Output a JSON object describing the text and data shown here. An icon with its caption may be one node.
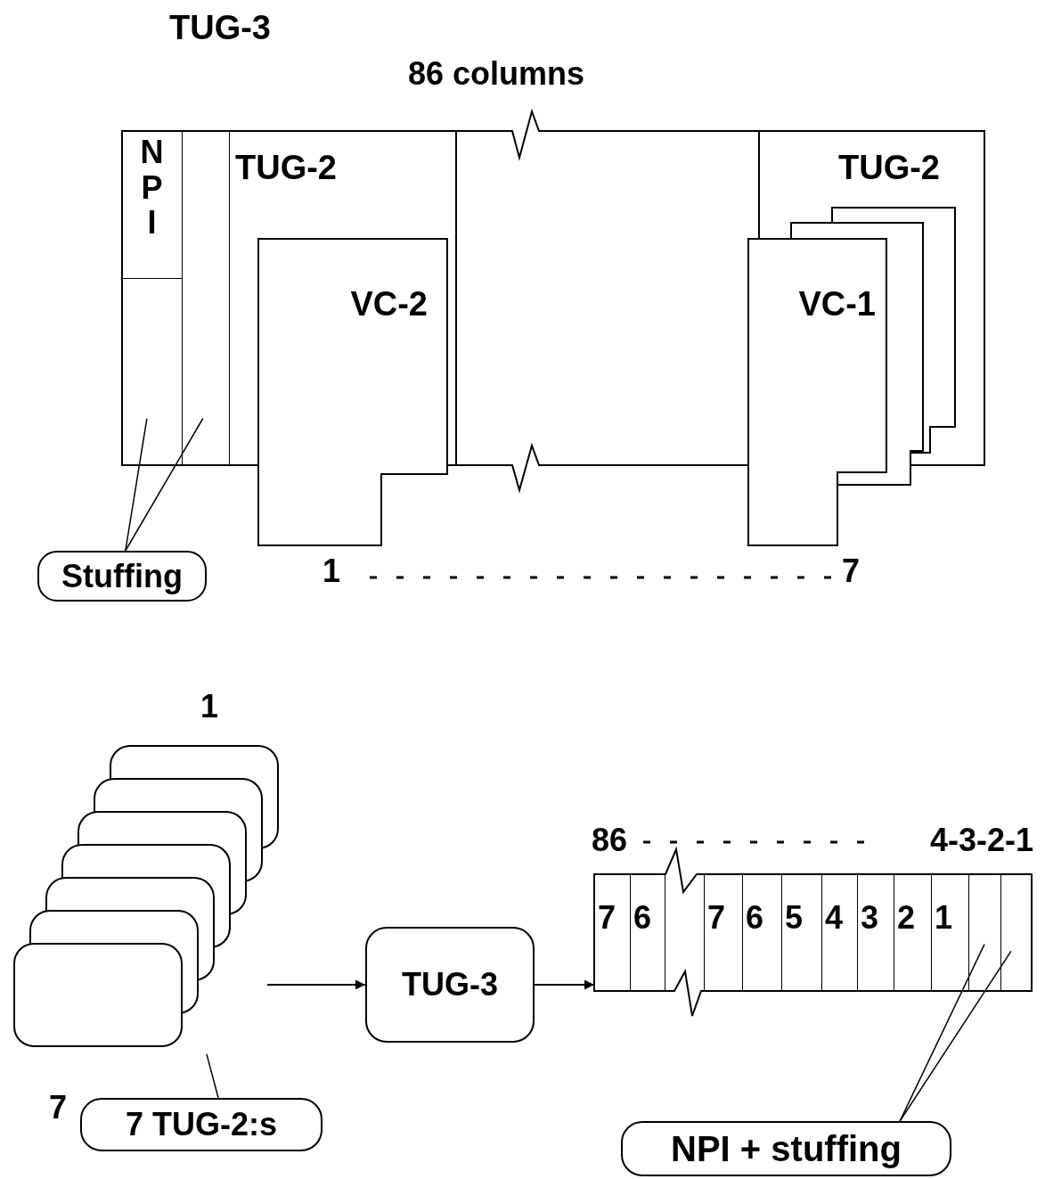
{
  "diagram": {
    "title": "TUG-3",
    "nodes": [
      {
        "text": [],
        "shape": "box"
      },
      {
        "text": [
          "N P I"
        ],
        "in": 0
      },
      {
        "text": [],
        "shape": "box",
        "in": 0
      },
      {
        "text": [],
        "shape": "box",
        "in": 0
      },
      {
        "text": [
          "TUG-2"
        ],
        "in": 0
      },
      {
        "text": [
          "VC-2"
        ]
      },
      {
        "text": [
          "TUG-2"
        ],
        "in": 0
      },
      {
        "text": [
          "VC-1"
        ]
      },
      {
        "text": [
          "Stuffing"
        ]
      },
      {
        "text": [],
        "shape": "box"
      },
      {
        "text": [
          "TUG-3"
        ]
      },
      {
        "text": [],
        "shape": "box"
      },
      {
        "text": [
          "7"
        ],
        "in": 11
      },
      {
        "text": [
          "6"
        ],
        "in": 11
      },
      {
        "text": [
          "7"
        ],
        "in": 11
      },
      {
        "text": [
          "6"
        ],
        "in": 11
      },
      {
        "text": [
          "5"
        ],
        "in": 11
      },
      {
        "text": [
          "4"
        ],
        "in": 11
      },
      {
        "text": [
          "3"
        ],
        "in": 11
      },
      {
        "text": [
          "2"
        ],
        "in": 11
      },
      {
        "text": [
          "1"
        ],
        "in": 11
      },
      {
        "text": [],
        "shape": "box",
        "in": 11
      },
      {
        "text": [],
        "shape": "box",
        "in": 11
      },
      {
        "text": [
          "7 TUG-2:s"
        ]
      },
      {
        "text": [
          "NPI + stuffing"
        ]
      }
    ],
    "edges": [
      {
        "from": 8,
        "to": 2,
        "arrow": "none"
      },
      {
        "from": 8,
        "to": 3,
        "arrow": "none"
      },
      {
        "from": 9,
        "to": 10,
        "arrow": "to"
      },
      {
        "from": 10,
        "to": 11,
        "arrow": "to"
      },
      {
        "from": 23,
        "to": 9,
        "arrow": "none"
      },
      {
        "from": 24,
        "to": 21,
        "arrow": "none"
      },
      {
        "from": 24,
        "to": 22,
        "arrow": "none"
      }
    ],
    "labels": [
      "86 columns",
      "1",
      "7",
      "1",
      "86",
      "4-3-2-1",
      "7"
    ]
  }
}
